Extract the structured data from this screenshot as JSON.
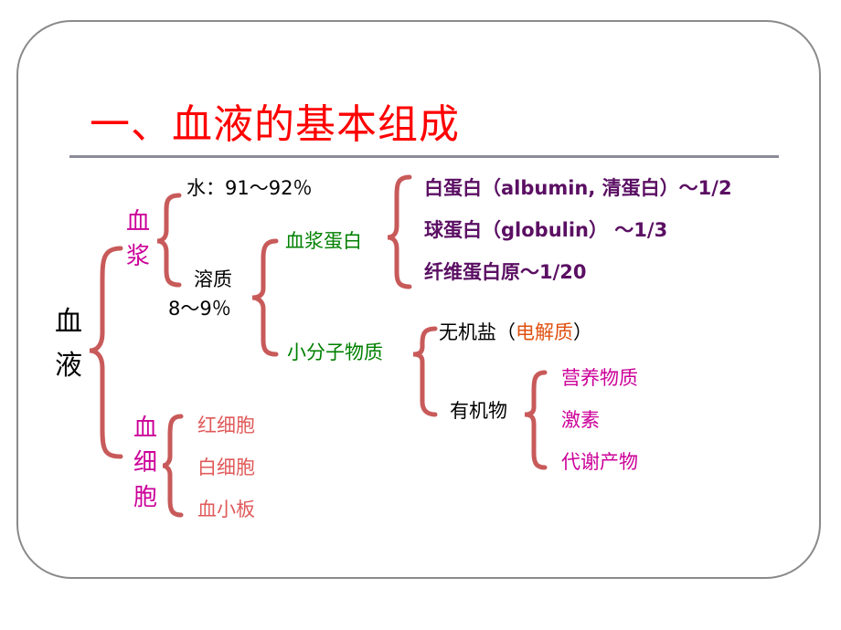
{
  "title": "一、血液的基本组成",
  "colors": {
    "title": "#ff0000",
    "brace": "#c85a5a",
    "plasma": "#cc0099",
    "protein": "#008000",
    "protein_item": "#5b0f63",
    "cell_item": "#e05a5a",
    "electrolyte": "#e05010"
  },
  "root": {
    "line1": "血",
    "line2": "液"
  },
  "plasma": {
    "line1": "血",
    "line2": "浆",
    "water": "水：91～92％",
    "solute_line1": "溶质",
    "solute_line2": "8～9％",
    "proteins": {
      "label": "血浆蛋白",
      "items": [
        "白蛋白（albumin, 清蛋白）～1/2",
        "球蛋白（globulin） ～1/3",
        "纤维蛋白原～1/20"
      ]
    },
    "small_molecules": {
      "label": "小分子物质",
      "salt_prefix": "无机盐（",
      "salt_highlight": "电解质",
      "salt_suffix": "）",
      "organic": {
        "label": "有机物",
        "items": [
          "营养物质",
          "激素",
          "代谢产物"
        ]
      }
    }
  },
  "cells": {
    "line1": "血",
    "line2": "细",
    "line3": "胞",
    "items": [
      "红细胞",
      "白细胞",
      "血小板"
    ]
  }
}
